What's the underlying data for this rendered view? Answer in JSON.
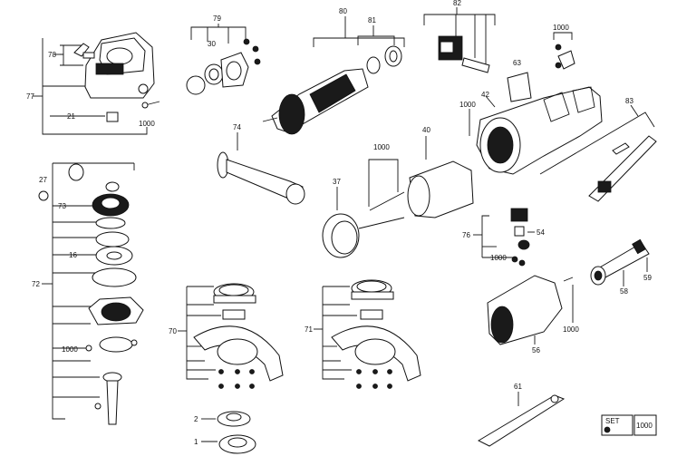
{
  "labels": {
    "l77": "77",
    "l78": "78",
    "l21": "21",
    "l1000a": "1000",
    "l79": "79",
    "l30": "30",
    "l80": "80",
    "l81": "81",
    "l82": "82",
    "l1000b": "1000",
    "l63": "63",
    "l42": "42",
    "l1000c": "1000",
    "l83": "83",
    "l74": "74",
    "l40": "40",
    "l1000d": "1000",
    "l27": "27",
    "l73": "73",
    "l16": "16",
    "l72": "72",
    "l1000e": "1000",
    "l37": "37",
    "l76": "76",
    "l54": "54",
    "l1000f": "1000",
    "l58": "58",
    "l59": "59",
    "l70": "70",
    "l71": "71",
    "l56": "56",
    "l1000g": "1000",
    "l2": "2",
    "l1": "1",
    "l61": "61",
    "set_text": "SET",
    "l1000h": "1000"
  }
}
